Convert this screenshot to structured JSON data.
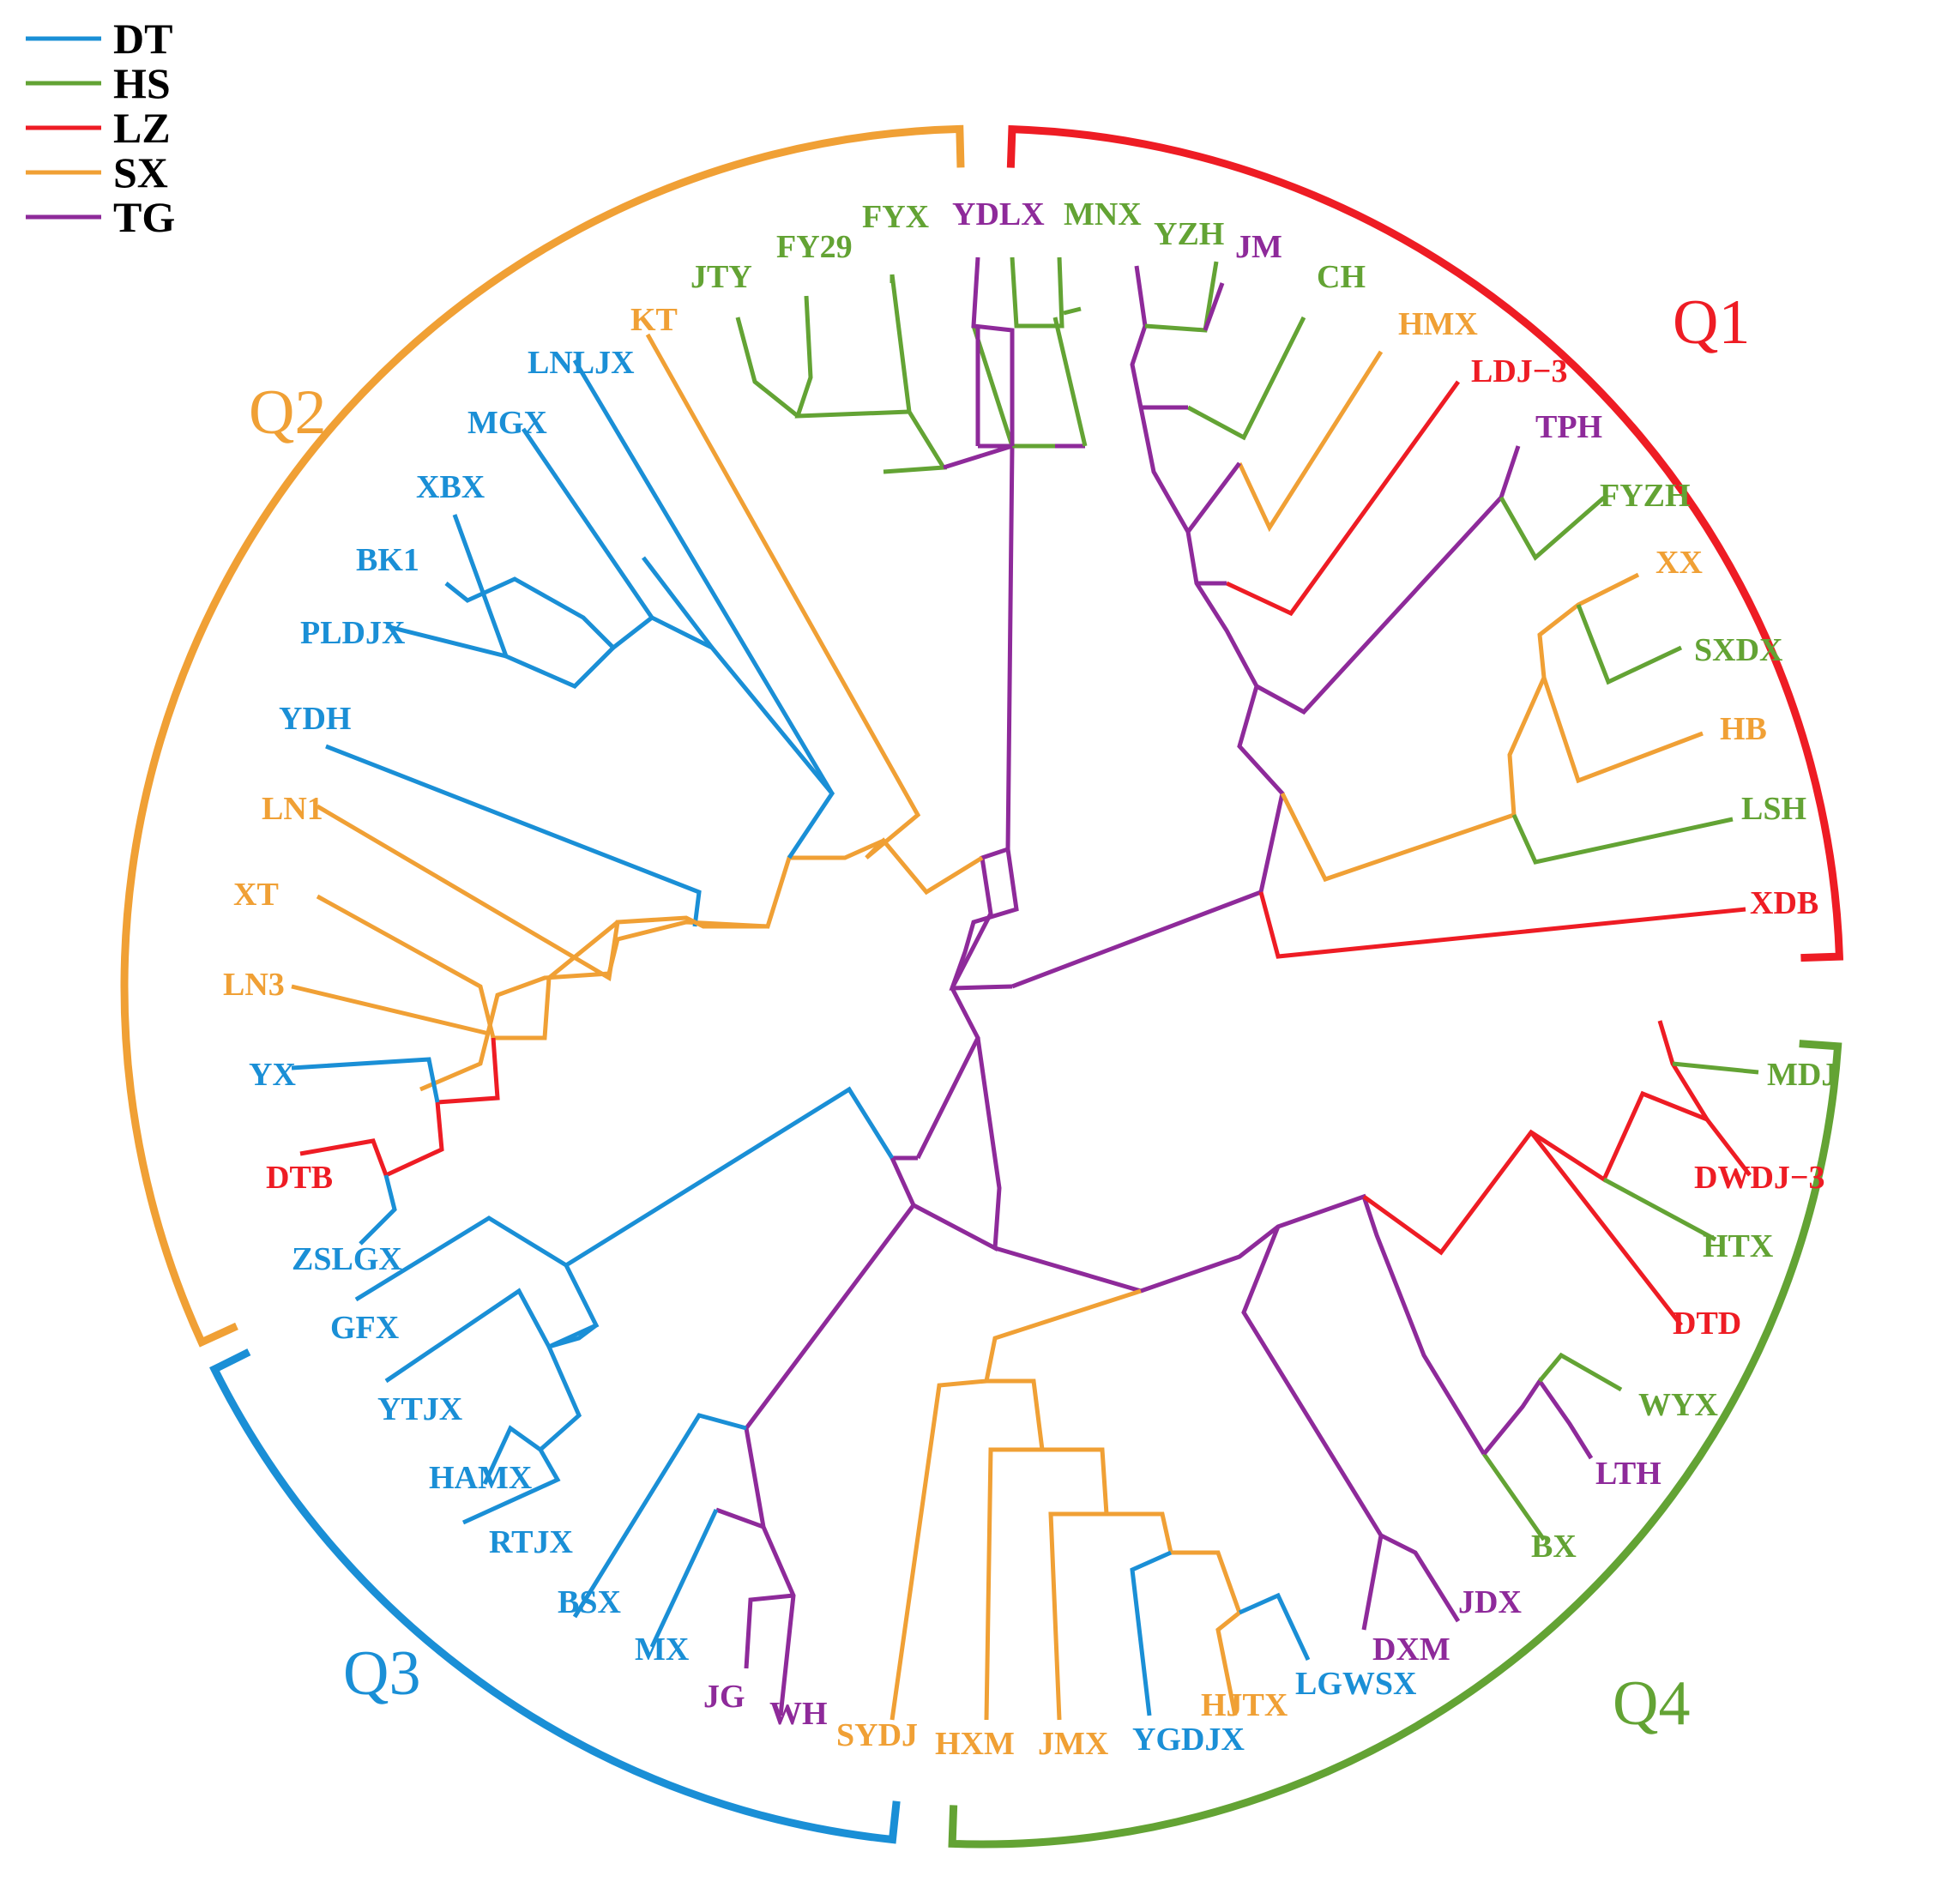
{
  "colors": {
    "DT": "#1a8fd6",
    "HS": "#63a334",
    "LZ": "#ee1c24",
    "SX": "#f0a035",
    "TG": "#8e2a9a"
  },
  "legend": [
    {
      "code": "DT",
      "label": "DT",
      "color": "DT"
    },
    {
      "code": "HS",
      "label": "HS",
      "color": "HS"
    },
    {
      "code": "LZ",
      "label": "LZ",
      "color": "LZ"
    },
    {
      "code": "SX",
      "label": "SX",
      "color": "SX"
    },
    {
      "code": "TG",
      "label": "TG",
      "color": "TG"
    }
  ],
  "groups": [
    {
      "id": "q1",
      "label": "Q1",
      "color": "LZ"
    },
    {
      "id": "q2",
      "label": "Q2",
      "color": "SX"
    },
    {
      "id": "q3",
      "label": "Q3",
      "color": "DT"
    },
    {
      "id": "q4",
      "label": "Q4",
      "color": "HS"
    }
  ],
  "leaves": [
    {
      "id": "ydlx",
      "label": "YDLX",
      "color": "TG"
    },
    {
      "id": "mnx",
      "label": "MNX",
      "color": "HS"
    },
    {
      "id": "yzh",
      "label": "YZH",
      "color": "HS"
    },
    {
      "id": "jm",
      "label": "JM",
      "color": "TG"
    },
    {
      "id": "ch",
      "label": "CH",
      "color": "HS"
    },
    {
      "id": "hmx",
      "label": "HMX",
      "color": "SX"
    },
    {
      "id": "ldj3",
      "label": "LDJ−3",
      "color": "LZ"
    },
    {
      "id": "tph",
      "label": "TPH",
      "color": "TG"
    },
    {
      "id": "fyzh",
      "label": "FYZH",
      "color": "HS"
    },
    {
      "id": "xx",
      "label": "XX",
      "color": "SX"
    },
    {
      "id": "sxdx",
      "label": "SXDX",
      "color": "HS"
    },
    {
      "id": "hb",
      "label": "HB",
      "color": "SX"
    },
    {
      "id": "lsh",
      "label": "LSH",
      "color": "HS"
    },
    {
      "id": "xdb",
      "label": "XDB",
      "color": "LZ"
    },
    {
      "id": "mdj",
      "label": "MDJ",
      "color": "HS"
    },
    {
      "id": "dwdj3",
      "label": "DWDJ−3",
      "color": "LZ"
    },
    {
      "id": "htx",
      "label": "HTX",
      "color": "HS"
    },
    {
      "id": "dtd",
      "label": "DTD",
      "color": "LZ"
    },
    {
      "id": "wyx",
      "label": "WYX",
      "color": "HS"
    },
    {
      "id": "lth",
      "label": "LTH",
      "color": "TG"
    },
    {
      "id": "bx",
      "label": "BX",
      "color": "HS"
    },
    {
      "id": "jdx",
      "label": "JDX",
      "color": "TG"
    },
    {
      "id": "dxm",
      "label": "DXM",
      "color": "TG"
    },
    {
      "id": "lgwsx",
      "label": "LGWSX",
      "color": "DT"
    },
    {
      "id": "hjtx",
      "label": "HJTX",
      "color": "SX"
    },
    {
      "id": "ygdjx",
      "label": "YGDJX",
      "color": "DT"
    },
    {
      "id": "jmx",
      "label": "JMX",
      "color": "SX"
    },
    {
      "id": "hxm",
      "label": "HXM",
      "color": "SX"
    },
    {
      "id": "sydj",
      "label": "SYDJ",
      "color": "SX"
    },
    {
      "id": "wh",
      "label": "WH",
      "color": "TG"
    },
    {
      "id": "jg",
      "label": "JG",
      "color": "TG"
    },
    {
      "id": "mx",
      "label": "MX",
      "color": "DT"
    },
    {
      "id": "bsx",
      "label": "BSX",
      "color": "DT"
    },
    {
      "id": "rtjx",
      "label": "RTJX",
      "color": "DT"
    },
    {
      "id": "hamx",
      "label": "HAMX",
      "color": "DT"
    },
    {
      "id": "ytjx",
      "label": "YTJX",
      "color": "DT"
    },
    {
      "id": "gfx",
      "label": "GFX",
      "color": "DT"
    },
    {
      "id": "zslgx",
      "label": "ZSLGX",
      "color": "DT"
    },
    {
      "id": "dtb",
      "label": "DTB",
      "color": "LZ"
    },
    {
      "id": "yx",
      "label": "YX",
      "color": "DT"
    },
    {
      "id": "ln3",
      "label": "LN3",
      "color": "SX"
    },
    {
      "id": "xt",
      "label": "XT",
      "color": "SX"
    },
    {
      "id": "ln1",
      "label": "LN1",
      "color": "SX"
    },
    {
      "id": "ydh",
      "label": "YDH",
      "color": "DT"
    },
    {
      "id": "pldjx",
      "label": "PLDJX",
      "color": "DT"
    },
    {
      "id": "bk1",
      "label": "BK1",
      "color": "DT"
    },
    {
      "id": "xbx",
      "label": "XBX",
      "color": "DT"
    },
    {
      "id": "mgx",
      "label": "MGX",
      "color": "DT"
    },
    {
      "id": "lnljx",
      "label": "LNLJX",
      "color": "DT"
    },
    {
      "id": "kt",
      "label": "KT",
      "color": "SX"
    },
    {
      "id": "jty",
      "label": "JTY",
      "color": "HS"
    },
    {
      "id": "fy29",
      "label": "FY29",
      "color": "HS"
    },
    {
      "id": "fyx",
      "label": "FYX",
      "color": "HS"
    }
  ]
}
